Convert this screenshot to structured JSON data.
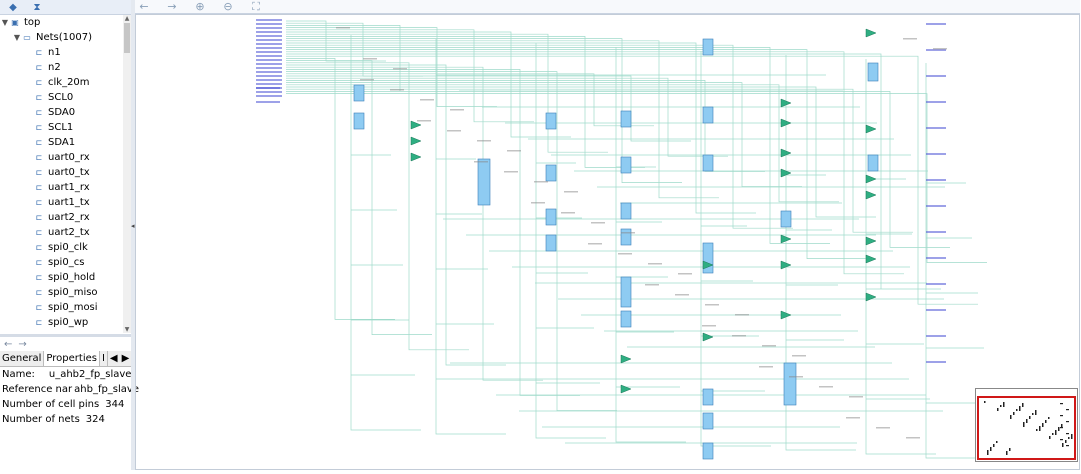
{
  "toolbar_icons": [
    "expand-all-icon",
    "collapse-all-icon"
  ],
  "tree": {
    "root": "top",
    "group": "Nets(1007)",
    "items": [
      "n1",
      "n2",
      "clk_20m",
      "SCL0",
      "SDA0",
      "SCL1",
      "SDA1",
      "uart0_rx",
      "uart0_tx",
      "uart1_rx",
      "uart1_tx",
      "uart2_rx",
      "uart2_tx",
      "spi0_clk",
      "spi0_cs",
      "spi0_hold",
      "spi0_miso",
      "spi0_mosi",
      "spi0_wp"
    ]
  },
  "tabs": [
    "General",
    "Properties",
    "I"
  ],
  "properties": [
    {
      "label": "Name:",
      "value": "u_ahb2_fp_slave"
    },
    {
      "label": "Reference nar",
      "value": "ahb_fp_slave"
    },
    {
      "label": "Number of cell pins",
      "value": "344"
    },
    {
      "label": "Number of nets",
      "value": "324"
    }
  ],
  "schematic_toolbar": [
    "back-icon",
    "forward-icon",
    "zoom-in-icon",
    "zoom-out-icon",
    "fit-icon"
  ],
  "colors": {
    "wire": "#7fcdb8",
    "cell": "#8ecbf2",
    "cell_border": "#3b7fb8",
    "gate": "#2fae82",
    "port": "#5b62d8",
    "highlight": "#d01818"
  }
}
